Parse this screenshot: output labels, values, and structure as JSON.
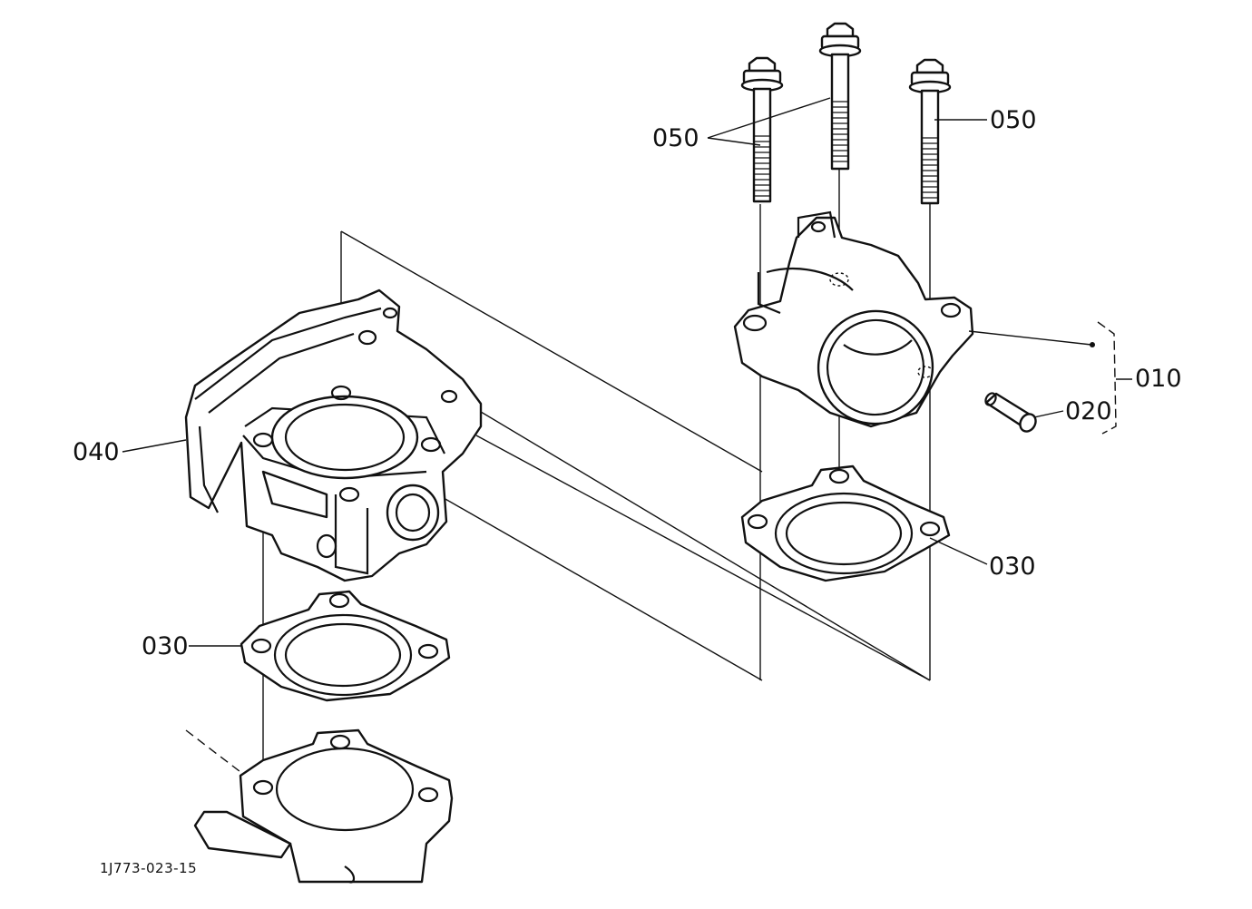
{
  "callouts": {
    "c050_left": "050",
    "c050_right": "050",
    "c010": "010",
    "c020": "020",
    "c030_right": "030",
    "c040": "040",
    "c030_left": "030"
  },
  "drawing_code": "1J773-023-15"
}
